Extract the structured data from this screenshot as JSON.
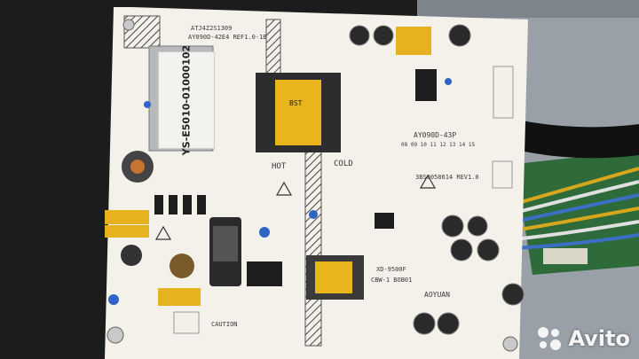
{
  "photo": {
    "board_header": "ATJ4Z2S1309",
    "board_id": "AY090D-42E4  REF1.0-1B",
    "hot_label": "HOT",
    "cold_label": "COLD",
    "model_label": "AY090D-43P",
    "numbers_row": "08 09 10 11 12 13 14 15",
    "rev_label": "3BS0058614 REV1.0",
    "sticker_text": "YS-E5010-01000102",
    "brand_text": "AOYUAN",
    "transformer_text": "BST",
    "small_label_1": "XD-9500F",
    "small_label_2": "CBW-1 BOB01",
    "caution_text": "CAUTION",
    "colors": {
      "pcb": "#f4f1ea",
      "metal": "#9aa0a8",
      "capacitor": "#2a2a2a",
      "yellow_part": "#e6b21f"
    }
  },
  "watermark": {
    "text": "Avito"
  }
}
